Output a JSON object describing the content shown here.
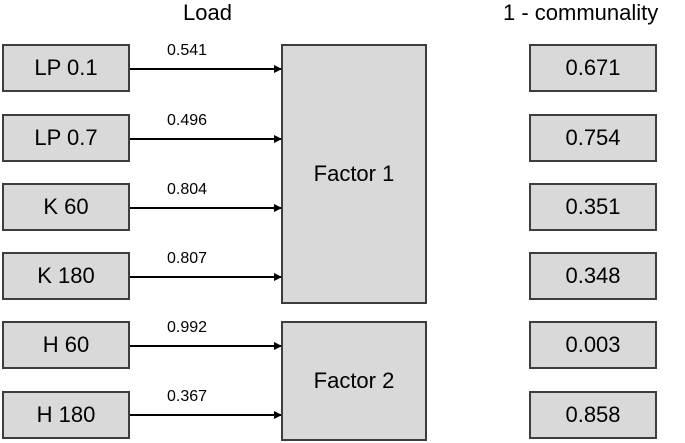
{
  "headings": {
    "load": "Load",
    "communality": "1 - communality"
  },
  "variables": [
    {
      "label": "LP 0.1",
      "load": "0.541",
      "uniqueness": "0.671",
      "factor": 1
    },
    {
      "label": "LP 0.7",
      "load": "0.496",
      "uniqueness": "0.754",
      "factor": 1
    },
    {
      "label": "K 60",
      "load": "0.804",
      "uniqueness": "0.351",
      "factor": 1
    },
    {
      "label": "K 180",
      "load": "0.807",
      "uniqueness": "0.348",
      "factor": 1
    },
    {
      "label": "H 60",
      "load": "0.992",
      "uniqueness": "0.003",
      "factor": 2
    },
    {
      "label": "H 180",
      "load": "0.367",
      "uniqueness": "0.858",
      "factor": 2
    }
  ],
  "factors": [
    {
      "label": "Factor 1"
    },
    {
      "label": "Factor 2"
    }
  ],
  "colors": {
    "box_fill": "#d9d9d9",
    "box_border": "#3d3d3d",
    "arrow": "#000000"
  }
}
